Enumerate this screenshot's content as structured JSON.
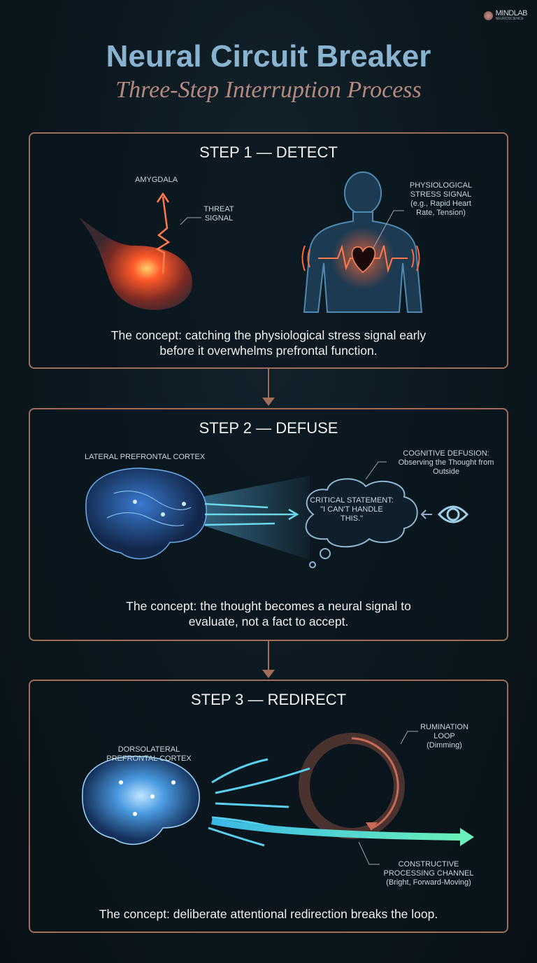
{
  "brand": {
    "name": "MINDLAB",
    "tagline": "NEUROSCIENCE"
  },
  "header": {
    "title": "Neural Circuit Breaker",
    "subtitle": "Three-Step Interruption Process"
  },
  "colors": {
    "title": "#88b4d2",
    "subtitle": "#b58a7c",
    "border": "#a06e58",
    "amygdala": "#ff5a2a",
    "brain": "#4aa8ff",
    "constructive": "#5fe8c0",
    "rumination": "#c86a56"
  },
  "steps": [
    {
      "title": "STEP 1 — DETECT",
      "labels": {
        "amygdala": "AMYGDALA",
        "threat": "THREAT SIGNAL",
        "stress": "PHYSIOLOGICAL STRESS SIGNAL (e.g., Rapid Heart Rate, Tension)"
      },
      "concept_line1": "The concept: catching the physiological stress signal early",
      "concept_line2": "before it overwhelms prefrontal function."
    },
    {
      "title": "STEP 2 — DEFUSE",
      "labels": {
        "cortex": "LATERAL PREFRONTAL CORTEX",
        "defusion_title": "COGNITIVE DEFUSION:",
        "defusion_desc": "Observing the Thought from Outside",
        "thought": "CRITICAL STATEMENT: \"I CAN'T HANDLE THIS.\""
      },
      "concept_line1": "The concept: the thought becomes a neural signal to",
      "concept_line2": "evaluate, not a fact to accept."
    },
    {
      "title": "STEP 3 — REDIRECT",
      "labels": {
        "cortex": "DORSOLATERAL PREFRONTAL CORTEX",
        "rumination": "RUMINATION LOOP (Dimming)",
        "constructive": "CONSTRUCTIVE PROCESSING CHANNEL (Bright, Forward-Moving)"
      },
      "concept_line1": "The concept: deliberate attentional redirection breaks the loop."
    }
  ],
  "icons": [
    "brain-logo-icon",
    "amygdala-icon",
    "human-silhouette-icon",
    "heart-icon",
    "brain-icon",
    "thought-cloud-icon",
    "eye-icon",
    "rumination-loop-icon",
    "arrow-icon"
  ]
}
